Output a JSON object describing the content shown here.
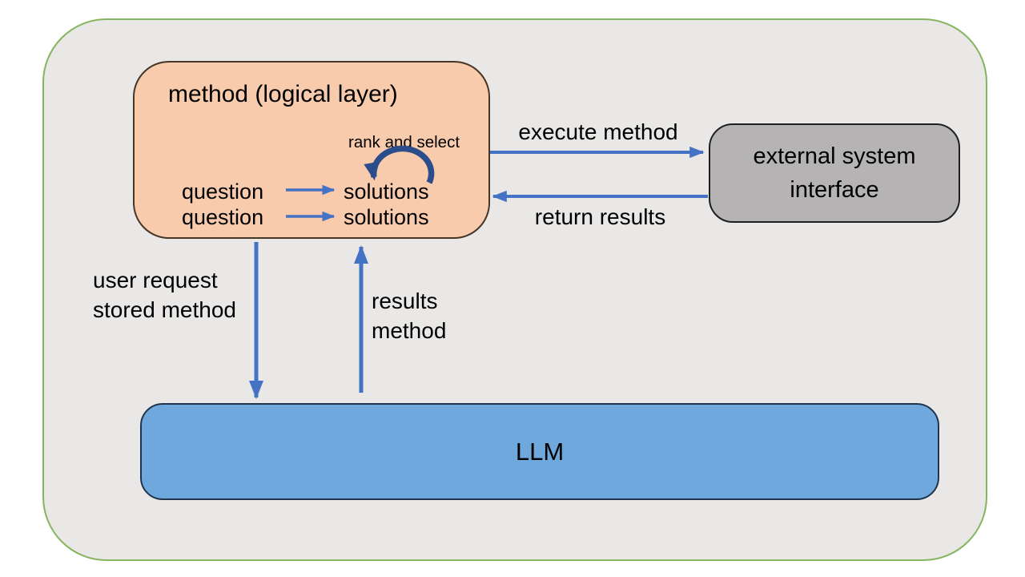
{
  "colors": {
    "canvas-bg": "#ffffff",
    "container-fill": "#e9e8e7",
    "container-border": "#85b55e",
    "method-fill": "#f8cbad",
    "method-border": "#473526",
    "external-fill": "#b5b3b3",
    "external-border": "#1f1f1f",
    "llm-fill": "#6fa8dc",
    "llm-border": "#20354d",
    "arrow-blue": "#4472c4",
    "arc-blue": "#2b4d8c",
    "text": "#000000"
  },
  "method_box": {
    "title": "method (logical layer)",
    "rank_label": "rank and select",
    "rows": [
      {
        "question": "question",
        "solutions": "solutions"
      },
      {
        "question": "question",
        "solutions": "solutions"
      }
    ]
  },
  "external_box": {
    "line1": "external system",
    "line2": "interface"
  },
  "llm_box": {
    "label": "LLM"
  },
  "edges": {
    "execute_label": "execute method",
    "return_label": "return results",
    "request_line1": "user request",
    "request_line2": "stored method",
    "results_line1": "results",
    "results_line2": "method"
  }
}
